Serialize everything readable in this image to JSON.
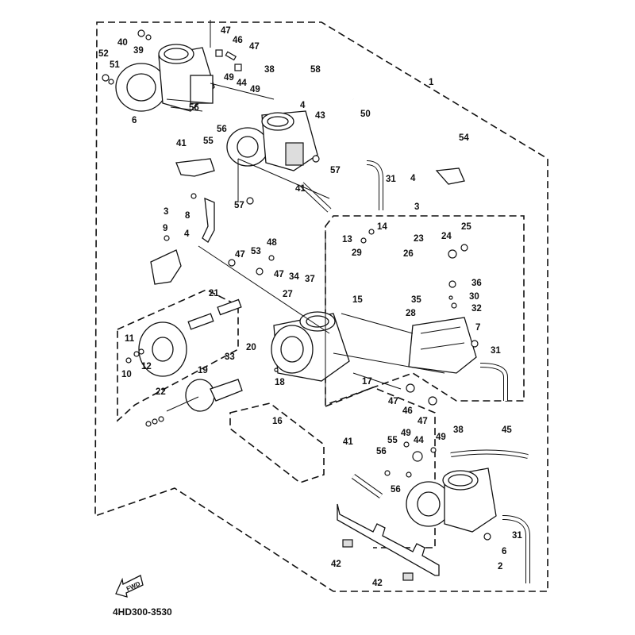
{
  "diagram": {
    "title_code": "4HD300-3530",
    "forward_arrow_label": "FWD",
    "callouts": [
      {
        "id": "c1",
        "text": "1"
      },
      {
        "id": "c2",
        "text": "2"
      },
      {
        "id": "c3a",
        "text": "3"
      },
      {
        "id": "c3b",
        "text": "3"
      },
      {
        "id": "c4a",
        "text": "4"
      },
      {
        "id": "c4b",
        "text": "4"
      },
      {
        "id": "c4c",
        "text": "4"
      },
      {
        "id": "c6a",
        "text": "6"
      },
      {
        "id": "c6b",
        "text": "6"
      },
      {
        "id": "c7",
        "text": "7"
      },
      {
        "id": "c8",
        "text": "8"
      },
      {
        "id": "c9",
        "text": "9"
      },
      {
        "id": "c10",
        "text": "10"
      },
      {
        "id": "c11",
        "text": "11"
      },
      {
        "id": "c12",
        "text": "12"
      },
      {
        "id": "c13",
        "text": "13"
      },
      {
        "id": "c14",
        "text": "14"
      },
      {
        "id": "c15",
        "text": "15"
      },
      {
        "id": "c16",
        "text": "16"
      },
      {
        "id": "c17",
        "text": "17"
      },
      {
        "id": "c18",
        "text": "18"
      },
      {
        "id": "c19",
        "text": "19"
      },
      {
        "id": "c20",
        "text": "20"
      },
      {
        "id": "c21",
        "text": "21"
      },
      {
        "id": "c22",
        "text": "22"
      },
      {
        "id": "c23",
        "text": "23"
      },
      {
        "id": "c24",
        "text": "24"
      },
      {
        "id": "c25",
        "text": "25"
      },
      {
        "id": "c26",
        "text": "26"
      },
      {
        "id": "c27",
        "text": "27"
      },
      {
        "id": "c28",
        "text": "28"
      },
      {
        "id": "c29",
        "text": "29"
      },
      {
        "id": "c30",
        "text": "30"
      },
      {
        "id": "c31a",
        "text": "31"
      },
      {
        "id": "c31b",
        "text": "31"
      },
      {
        "id": "c31c",
        "text": "31"
      },
      {
        "id": "c32",
        "text": "32"
      },
      {
        "id": "c33",
        "text": "33"
      },
      {
        "id": "c34",
        "text": "34"
      },
      {
        "id": "c35",
        "text": "35"
      },
      {
        "id": "c36",
        "text": "36"
      },
      {
        "id": "c37",
        "text": "37"
      },
      {
        "id": "c38a",
        "text": "38"
      },
      {
        "id": "c38b",
        "text": "38"
      },
      {
        "id": "c39",
        "text": "39"
      },
      {
        "id": "c40",
        "text": "40"
      },
      {
        "id": "c41a",
        "text": "41"
      },
      {
        "id": "c41b",
        "text": "41"
      },
      {
        "id": "c41c",
        "text": "41"
      },
      {
        "id": "c42a",
        "text": "42"
      },
      {
        "id": "c42b",
        "text": "42"
      },
      {
        "id": "c43",
        "text": "43"
      },
      {
        "id": "c44a",
        "text": "44"
      },
      {
        "id": "c44b",
        "text": "44"
      },
      {
        "id": "c45",
        "text": "45"
      },
      {
        "id": "c46a",
        "text": "46"
      },
      {
        "id": "c46b",
        "text": "46"
      },
      {
        "id": "c47a",
        "text": "47"
      },
      {
        "id": "c47b",
        "text": "47"
      },
      {
        "id": "c47c",
        "text": "47"
      },
      {
        "id": "c47d",
        "text": "47"
      },
      {
        "id": "c47e",
        "text": "47"
      },
      {
        "id": "c47f",
        "text": "47"
      },
      {
        "id": "c48",
        "text": "48"
      },
      {
        "id": "c49a",
        "text": "49"
      },
      {
        "id": "c49b",
        "text": "49"
      },
      {
        "id": "c49c",
        "text": "49"
      },
      {
        "id": "c49d",
        "text": "49"
      },
      {
        "id": "c50",
        "text": "50"
      },
      {
        "id": "c51",
        "text": "51"
      },
      {
        "id": "c52",
        "text": "52"
      },
      {
        "id": "c53",
        "text": "53"
      },
      {
        "id": "c54",
        "text": "54"
      },
      {
        "id": "c55a",
        "text": "55"
      },
      {
        "id": "c55b",
        "text": "55"
      },
      {
        "id": "c56a",
        "text": "56"
      },
      {
        "id": "c56b",
        "text": "56"
      },
      {
        "id": "c56c",
        "text": "56"
      },
      {
        "id": "c56d",
        "text": "56"
      },
      {
        "id": "c57a",
        "text": "57"
      },
      {
        "id": "c57b",
        "text": "57"
      },
      {
        "id": "c58",
        "text": "58"
      }
    ]
  }
}
